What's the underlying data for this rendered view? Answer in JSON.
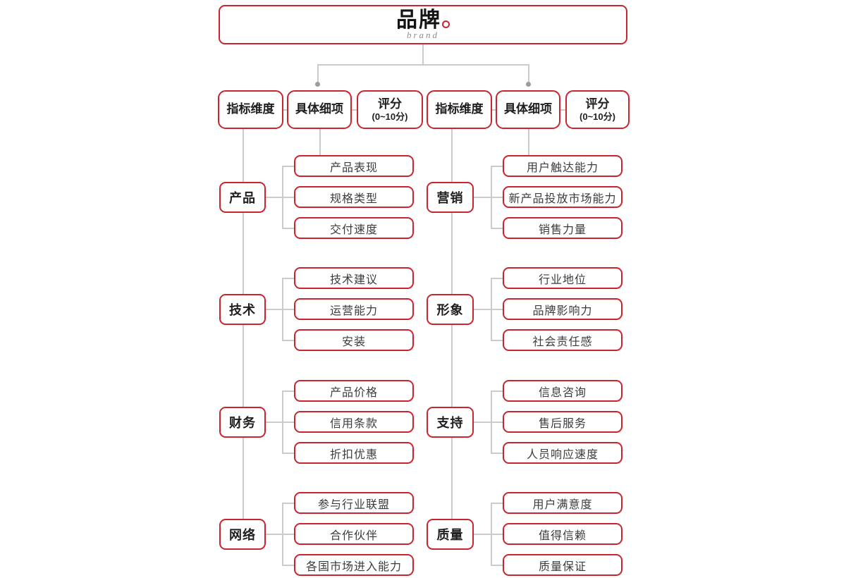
{
  "root": {
    "title": "品牌",
    "subtitle": "brand"
  },
  "headers": {
    "dimension": "指标维度",
    "detail": "具体细项",
    "score_line1": "评分",
    "score_line2": "(0~10分)"
  },
  "columns": [
    {
      "side": "left",
      "groups": [
        {
          "category": "产品",
          "items": [
            "产品表现",
            "规格类型",
            "交付速度"
          ]
        },
        {
          "category": "技术",
          "items": [
            "技术建议",
            "运营能力",
            "安装"
          ]
        },
        {
          "category": "财务",
          "items": [
            "产品价格",
            "信用条款",
            "折扣优惠"
          ]
        },
        {
          "category": "网络",
          "items": [
            "参与行业联盟",
            "合作伙伴",
            "各国市场进入能力"
          ]
        }
      ]
    },
    {
      "side": "right",
      "groups": [
        {
          "category": "营销",
          "items": [
            "用户触达能力",
            "新产品投放市场能力",
            "销售力量"
          ]
        },
        {
          "category": "形象",
          "items": [
            "行业地位",
            "品牌影响力",
            "社会责任感"
          ]
        },
        {
          "category": "支持",
          "items": [
            "信息咨询",
            "售后服务",
            "人员响应速度"
          ]
        },
        {
          "category": "质量",
          "items": [
            "用户满意度",
            "值得信赖",
            "质量保证"
          ]
        }
      ]
    }
  ],
  "colors": {
    "accent": "#c9252d",
    "connector": "#cbcbcb",
    "junction_dot": "#9b9b9b",
    "item_text": "#3c3c3c",
    "heading_text": "#1f1f1f",
    "subtitle_text": "#8d8d8d"
  }
}
